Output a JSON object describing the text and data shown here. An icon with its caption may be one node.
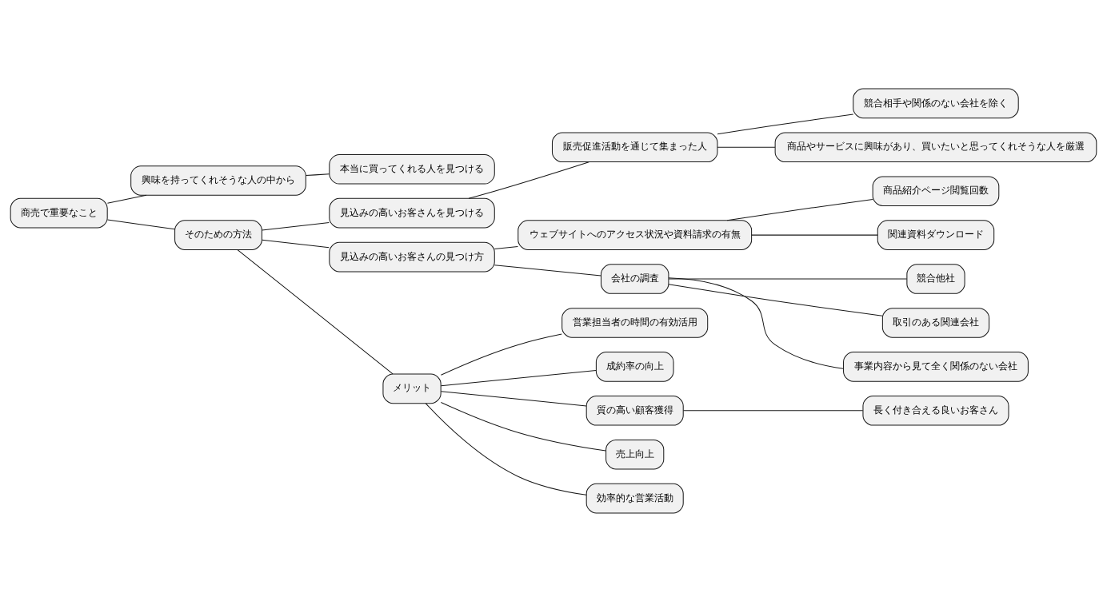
{
  "diagram": {
    "nodes": [
      {
        "text": [
          "商売で重要なこと"
        ]
      },
      {
        "text": [
          "興味を持ってくれそうな人の中から"
        ]
      },
      {
        "text": [
          "本当に買ってくれる人を見つける"
        ]
      },
      {
        "text": [
          "そのための方法"
        ]
      },
      {
        "text": [
          "見込みの高いお客さんを見つける"
        ]
      },
      {
        "text": [
          "販売促進活動を通じて集まった人"
        ]
      },
      {
        "text": [
          "競合相手や関係のない会社を除く"
        ]
      },
      {
        "text": [
          "商品やサービスに興味があり、買いたいと思ってくれそうな人を厳選"
        ]
      },
      {
        "text": [
          "見込みの高いお客さんの見つけ方"
        ]
      },
      {
        "text": [
          "ウェブサイトへのアクセス状況や資料請求の有無"
        ]
      },
      {
        "text": [
          "商品紹介ページ閲覧回数"
        ]
      },
      {
        "text": [
          "関連資料ダウンロード"
        ]
      },
      {
        "text": [
          "会社の調査"
        ]
      },
      {
        "text": [
          "競合他社"
        ]
      },
      {
        "text": [
          "取引のある関連会社"
        ]
      },
      {
        "text": [
          "事業内容から見て全く関係のない会社"
        ]
      },
      {
        "text": [
          "メリット"
        ]
      },
      {
        "text": [
          "営業担当者の時間の有効活用"
        ]
      },
      {
        "text": [
          "成約率の向上"
        ]
      },
      {
        "text": [
          "質の高い顧客獲得"
        ]
      },
      {
        "text": [
          "長く付き合える良いお客さん"
        ]
      },
      {
        "text": [
          "売上向上"
        ]
      },
      {
        "text": [
          "効率的な営業活動"
        ]
      }
    ],
    "edges": [
      {
        "from": 0,
        "to": 1,
        "arrow": "none"
      },
      {
        "from": 1,
        "to": 2,
        "arrow": "none"
      },
      {
        "from": 0,
        "to": 3,
        "arrow": "none"
      },
      {
        "from": 3,
        "to": 4,
        "arrow": "none"
      },
      {
        "from": 4,
        "to": 5,
        "arrow": "none"
      },
      {
        "from": 5,
        "to": 6,
        "arrow": "none"
      },
      {
        "from": 5,
        "to": 7,
        "arrow": "none"
      },
      {
        "from": 3,
        "to": 8,
        "arrow": "none"
      },
      {
        "from": 8,
        "to": 9,
        "arrow": "none"
      },
      {
        "from": 9,
        "to": 10,
        "arrow": "none"
      },
      {
        "from": 9,
        "to": 11,
        "arrow": "none"
      },
      {
        "from": 8,
        "to": 12,
        "arrow": "none"
      },
      {
        "from": 12,
        "to": 13,
        "arrow": "none"
      },
      {
        "from": 12,
        "to": 14,
        "arrow": "none"
      },
      {
        "from": 12,
        "to": 15,
        "arrow": "none"
      },
      {
        "from": 3,
        "to": 16,
        "arrow": "none"
      },
      {
        "from": 16,
        "to": 17,
        "arrow": "none"
      },
      {
        "from": 16,
        "to": 18,
        "arrow": "none"
      },
      {
        "from": 16,
        "to": 19,
        "arrow": "none"
      },
      {
        "from": 19,
        "to": 20,
        "arrow": "none"
      },
      {
        "from": 16,
        "to": 21,
        "arrow": "none"
      },
      {
        "from": 16,
        "to": 22,
        "arrow": "none"
      }
    ]
  }
}
